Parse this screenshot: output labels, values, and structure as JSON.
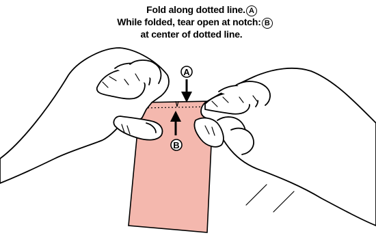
{
  "instructions": {
    "line1": "Fold along dotted line.",
    "line1_marker": "A",
    "line2": "While folded, tear open at notch",
    "line2_marker": "B",
    "line3": "at center of dotted line."
  },
  "markers": {
    "a": "A",
    "b": "B"
  },
  "colors": {
    "packet": "#f4b8ae",
    "ink": "#000000"
  },
  "icons": [
    "hand-left-icon",
    "hand-right-icon",
    "arrow-down-icon",
    "arrow-up-icon"
  ]
}
